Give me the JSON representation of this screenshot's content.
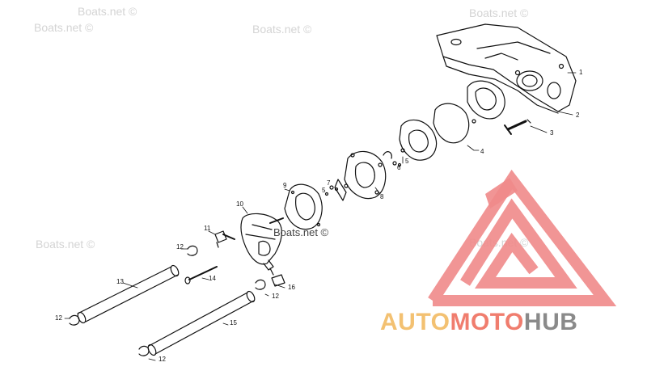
{
  "watermark": {
    "text": "Boats.net ©"
  },
  "diagram_label": "Boats.net ©",
  "callouts": [
    "1",
    "2",
    "3",
    "4",
    "5",
    "6",
    "7",
    "5",
    "8",
    "9",
    "10",
    "11",
    "12",
    "13",
    "14",
    "12",
    "15",
    "12",
    "16",
    "12"
  ],
  "brand": {
    "part1": "AUTO",
    "part2": "MOTO",
    "part3": "HUB",
    "colors": {
      "part1": "#f3c172",
      "part2": "#f07d6e",
      "part3": "#8a8a8a",
      "logo": "#f08a8a"
    }
  }
}
